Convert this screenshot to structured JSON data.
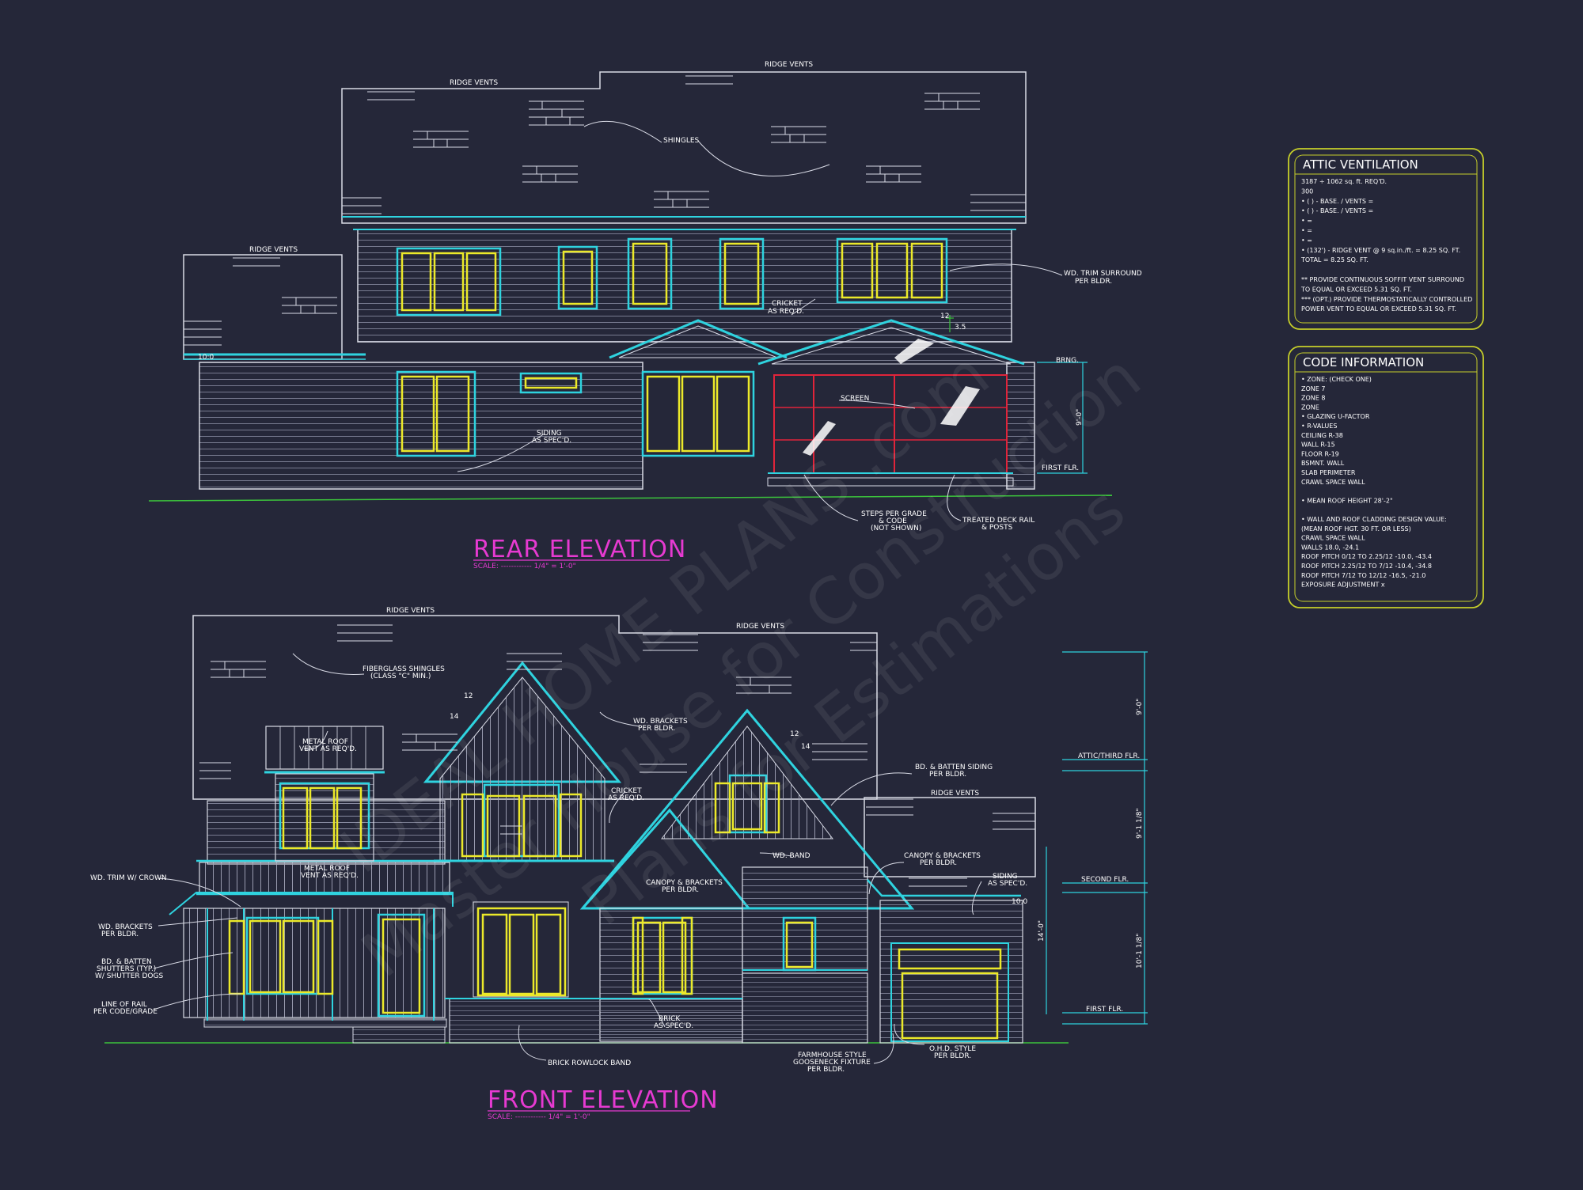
{
  "rear": {
    "title": "REAR ELEVATION",
    "scale": "SCALE: ------------ 1/4\" = 1'-0\"",
    "notes": {
      "ridge_vents_top": "RIDGE VENTS",
      "ridge_vents_main": "RIDGE VENTS",
      "ridge_vents_left": "RIDGE VENTS",
      "shingles": "SHINGLES",
      "wd_trim": "WD. TRIM SURROUND",
      "wd_trim2": "PER BLDR.",
      "cricket": "CRICKET",
      "cricket2": "AS REQ'D.",
      "siding": "SIDING",
      "siding2": "AS SPEC'D.",
      "screen": "SCREEN",
      "brng": "BRNG.",
      "first_flr": "FIRST FLR.",
      "steps": "STEPS PER GRADE",
      "steps2": "& CODE",
      "steps3": "(NOT SHOWN)",
      "deck": "TREATED DECK RAIL",
      "deck2": "& POSTS",
      "pitch": "12",
      "pitch2": "3.5",
      "dim_h": "9'-0\"",
      "dim_10": "10:0"
    }
  },
  "front": {
    "title": "FRONT ELEVATION",
    "scale": "SCALE: ------------ 1/4\" = 1'-0\"",
    "notes": {
      "ridge_vents_a": "RIDGE VENTS",
      "ridge_vents_b": "RIDGE VENTS",
      "ridge_vents_c": "RIDGE VENTS",
      "fiberglass": "FIBERGLASS SHINGLES",
      "fiberglass2": "(CLASS \"C\" MIN.)",
      "metal_roof1": "METAL ROOF",
      "metal_roof1b": "VENT AS REQ'D.",
      "metal_roof2": "METAL ROOF",
      "metal_roof2b": "VENT AS REQ'D.",
      "wd_brackets": "WD. BRACKETS",
      "wd_brackets2": "PER BLDR.",
      "cricket": "CRICKET",
      "cricket2": "AS REQ'D.",
      "bd_batten": "BD. & BATTEN SIDING",
      "bd_batten2": "PER BLDR.",
      "wd_band": "WD. BAND",
      "canopy1": "CANOPY & BRACKETS",
      "canopy1b": "PER BLDR.",
      "canopy2": "CANOPY & BRACKETS",
      "canopy2b": "PER BLDR.",
      "siding": "SIDING",
      "siding2": "AS SPEC'D.",
      "trim_crown": "WD. TRIM W/ CROWN",
      "wd_brk_left": "WD. BRACKETS",
      "wd_brk_left2": "PER BLDR.",
      "shutters": "BD. & BATTEN",
      "shutters2": "SHUTTERS (TYP.)",
      "shutters3": "W/ SHUTTER DOGS",
      "rail": "LINE OF RAIL",
      "rail2": "PER CODE/GRADE",
      "brick": "BRICK",
      "brick2": "AS SPEC'D.",
      "rowlock": "BRICK ROWLOCK BAND",
      "farmhouse": "FARMHOUSE STYLE",
      "farmhouse2": "GOOSENECK FIXTURE",
      "farmhouse3": "PER BLDR.",
      "ohd": "O.H.D. STYLE",
      "ohd2": "PER BLDR.",
      "attic_flr": "ATTIC/THIRD FLR.",
      "second_flr": "SECOND FLR.",
      "first_flr": "FIRST FLR.",
      "dim_9": "9'-0\"",
      "dim_12": "9'-1 1/8\"",
      "dim_10": "10'-1 1/8\"",
      "dim_14": "14'-0\"",
      "pitch_a": "12",
      "pitch_b": "14",
      "pitch_c": "12",
      "pitch_d": "14",
      "dim_1010": "10:0"
    }
  },
  "attic": {
    "title": "ATTIC VENTILATION",
    "lines": [
      "3187 ÷ 1062 sq. ft. REQ'D.",
      "300",
      "• (   ) -        BASE.    /   VENTS   =",
      "• (   ) -        BASE.    /   VENTS   =",
      "•                                          =",
      "•                                          =",
      "•                                          =",
      "• (132') - RIDGE VENT @ 9 sq.in./ft. = 8.25 SQ. FT.",
      "                                TOTAL        = 8.25 SQ. FT.",
      "",
      "** PROVIDE CONTINUOUS SOFFIT VENT SURROUND",
      "   TO EQUAL OR EXCEED  5.31 SQ. FT.",
      "*** (OPT.) PROVIDE THERMOSTATICALLY CONTROLLED",
      "   POWER VENT TO EQUAL OR EXCEED 5.31 SQ. FT."
    ]
  },
  "code": {
    "title": "CODE INFORMATION",
    "lines": [
      "• ZONE: (CHECK ONE)",
      "      ZONE 7",
      "      ZONE 8",
      "      ZONE",
      "• GLAZING U-FACTOR",
      "• R-VALUES",
      "      CEILING                 R-38",
      "      WALL                     R-15",
      "      FLOOR                   R-19",
      "      BSMNT. WALL",
      "      SLAB PERIMETER",
      "      CRAWL SPACE WALL",
      "",
      "• MEAN ROOF HEIGHT  28'-2\"",
      "",
      "• WALL AND ROOF CLADDING DESIGN VALUE:",
      "   (MEAN ROOF HGT. 30 FT. OR LESS)",
      "      CRAWL SPACE WALL",
      "      WALLS                          18.0, -24.1",
      "      ROOF PITCH 0/12 TO 2.25/12   -10.0, -43.4",
      "      ROOF PITCH 2.25/12 TO 7/12   -10.4, -34.8",
      "      ROOF PITCH 7/12 TO 12/12     -16.5, -21.0",
      "      EXPOSURE ADJUSTMENT          x"
    ]
  },
  "watermark": {
    "line1": "IDEAL HOME PLANS .com",
    "line2": "Master House for Construction",
    "line3": "Plans for Estimations"
  },
  "colors": {
    "background": "#252739",
    "line_white": "#d9dbe6",
    "trim_cyan": "#2fd3df",
    "window_yellow": "#ece92a",
    "screen_red": "#e0243a",
    "title_magenta": "#e63ad1",
    "ground_green": "#3cc43c",
    "box_border": "#c6cf2a"
  }
}
